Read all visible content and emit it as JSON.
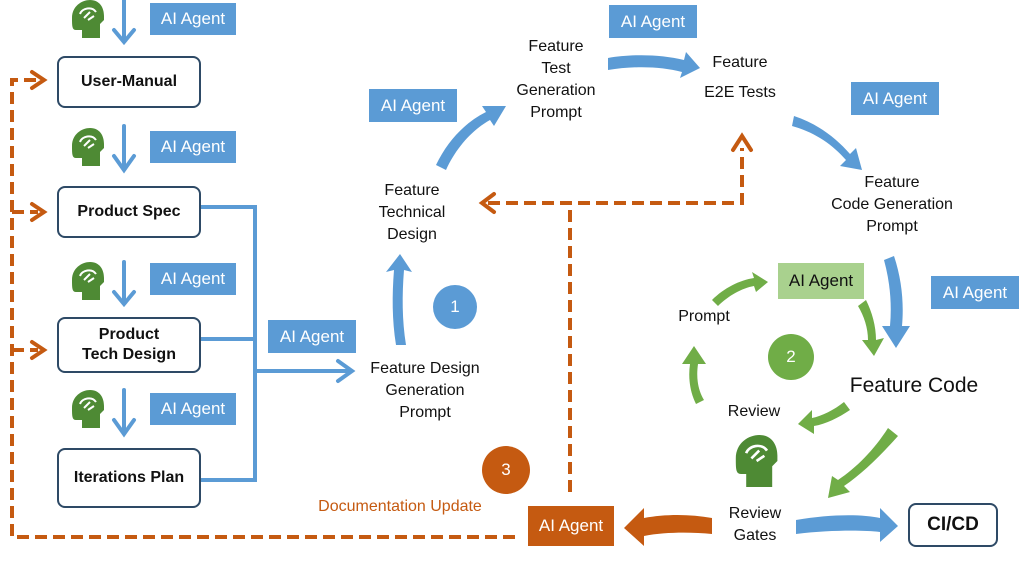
{
  "colors": {
    "blue": "#5b9bd5",
    "green": "#70ad47",
    "light_green": "#a9d18e",
    "orange": "#c55a11",
    "dark_green_icon": "#4e8a34",
    "box_border": "#2e4a66"
  },
  "left_column": {
    "boxes": [
      {
        "label": "User-Manual"
      },
      {
        "label": "Product Spec"
      },
      {
        "label": "Product\nTech Design"
      },
      {
        "label": "Iterations Plan"
      }
    ],
    "agents": [
      "AI Agent",
      "AI Agent",
      "AI Agent",
      "AI Agent"
    ],
    "icons": [
      "brain-head-icon",
      "brain-head-icon",
      "brain-head-icon",
      "brain-head-icon"
    ]
  },
  "merge_agent": "AI Agent",
  "loop1": {
    "badge": "1",
    "nodes": {
      "feature_design_prompt": "Feature Design\nGeneration\nPrompt",
      "feature_technical_design": "Feature\nTechnical\nDesign",
      "feature_test_prompt": "Feature\nTest\nGeneration\nPrompt",
      "feature_e2e_tests": "Feature\nE2E Tests",
      "feature_code_prompt": "Feature\nCode Generation\nPrompt"
    },
    "agents": {
      "technical_to_test": "AI Agent",
      "test_to_e2e": "AI Agent",
      "e2e_to_code_prompt": "AI Agent",
      "code_prompt_to_code": "AI Agent"
    }
  },
  "loop2": {
    "badge": "2",
    "agent": "AI Agent",
    "prompt": "Prompt",
    "review": "Review",
    "feature_code": "Feature Code",
    "review_gates": "Review\nGates"
  },
  "cicd": "CI/CD",
  "loop3": {
    "badge": "3",
    "agent": "AI Agent",
    "doc_update": "Documentation Update"
  }
}
